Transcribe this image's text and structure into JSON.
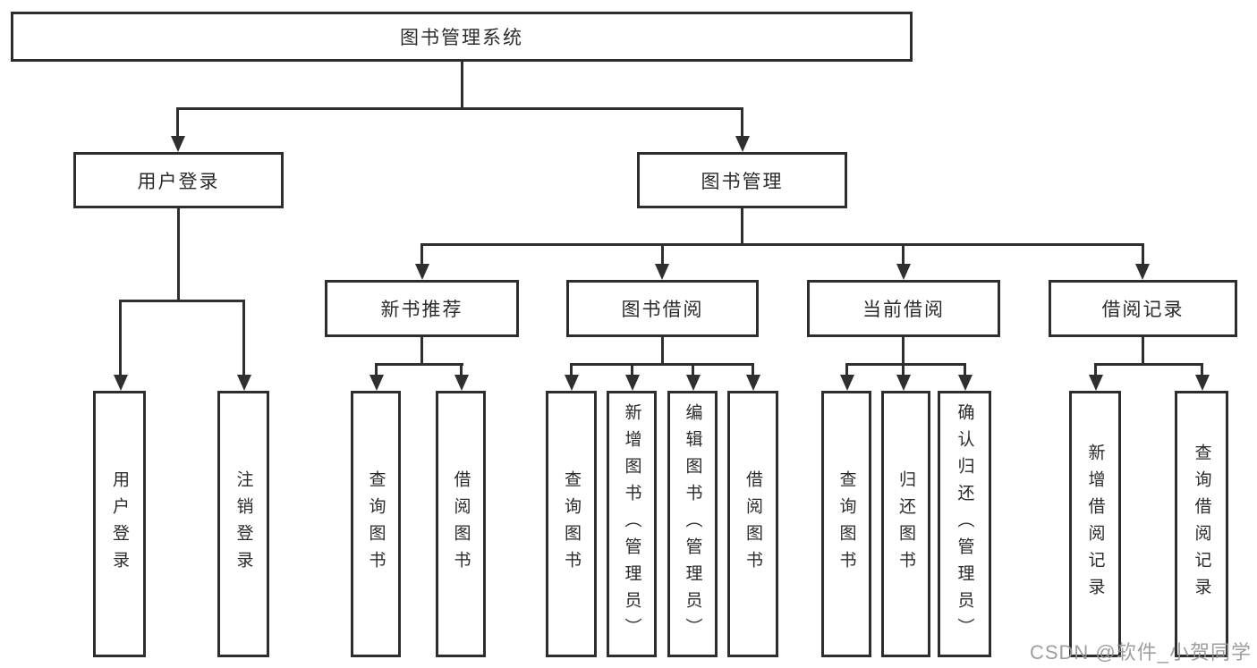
{
  "nodes": {
    "root": {
      "label": "图书管理系统"
    },
    "user_login_module": {
      "label": "用户登录"
    },
    "book_mgmt": {
      "label": "图书管理"
    },
    "new_book_rec": {
      "label": "新书推荐"
    },
    "book_borrow": {
      "label": "图书借阅"
    },
    "current_borrow": {
      "label": "当前借阅"
    },
    "borrow_records": {
      "label": "借阅记录"
    },
    "user_login": {
      "label": "用户登录"
    },
    "logout": {
      "label": "注销登录"
    },
    "query_book_1": {
      "label": "查询图书"
    },
    "borrow_book_1": {
      "label": "借阅图书"
    },
    "query_book_2": {
      "label": "查询图书"
    },
    "add_book": {
      "label": "新增图书（管理员）"
    },
    "edit_book": {
      "label": "编辑图书（管理员）"
    },
    "borrow_book_2": {
      "label": "借阅图书"
    },
    "query_book_3": {
      "label": "查询图书"
    },
    "return_book": {
      "label": "归还图书"
    },
    "confirm_return": {
      "label": "确认归还（管理员）"
    },
    "add_borrow_record": {
      "label": "新增借阅记录"
    },
    "query_borrow_record": {
      "label": "查询借阅记录"
    }
  },
  "edges": [
    [
      "root",
      "user_login_module"
    ],
    [
      "root",
      "book_mgmt"
    ],
    [
      "user_login_module",
      "user_login"
    ],
    [
      "user_login_module",
      "logout"
    ],
    [
      "book_mgmt",
      "new_book_rec"
    ],
    [
      "book_mgmt",
      "book_borrow"
    ],
    [
      "book_mgmt",
      "current_borrow"
    ],
    [
      "book_mgmt",
      "borrow_records"
    ],
    [
      "new_book_rec",
      "query_book_1"
    ],
    [
      "new_book_rec",
      "borrow_book_1"
    ],
    [
      "book_borrow",
      "query_book_2"
    ],
    [
      "book_borrow",
      "add_book"
    ],
    [
      "book_borrow",
      "edit_book"
    ],
    [
      "book_borrow",
      "borrow_book_2"
    ],
    [
      "current_borrow",
      "query_book_3"
    ],
    [
      "current_borrow",
      "return_book"
    ],
    [
      "current_borrow",
      "confirm_return"
    ],
    [
      "borrow_records",
      "add_borrow_record"
    ],
    [
      "borrow_records",
      "query_borrow_record"
    ]
  ],
  "colors": {
    "line": "#2f2f2f",
    "box_border": "#2d2d2d",
    "background": "#ffffff",
    "watermark": "#969696"
  },
  "watermark": {
    "text": "CSDN @软件_小贺同学"
  }
}
